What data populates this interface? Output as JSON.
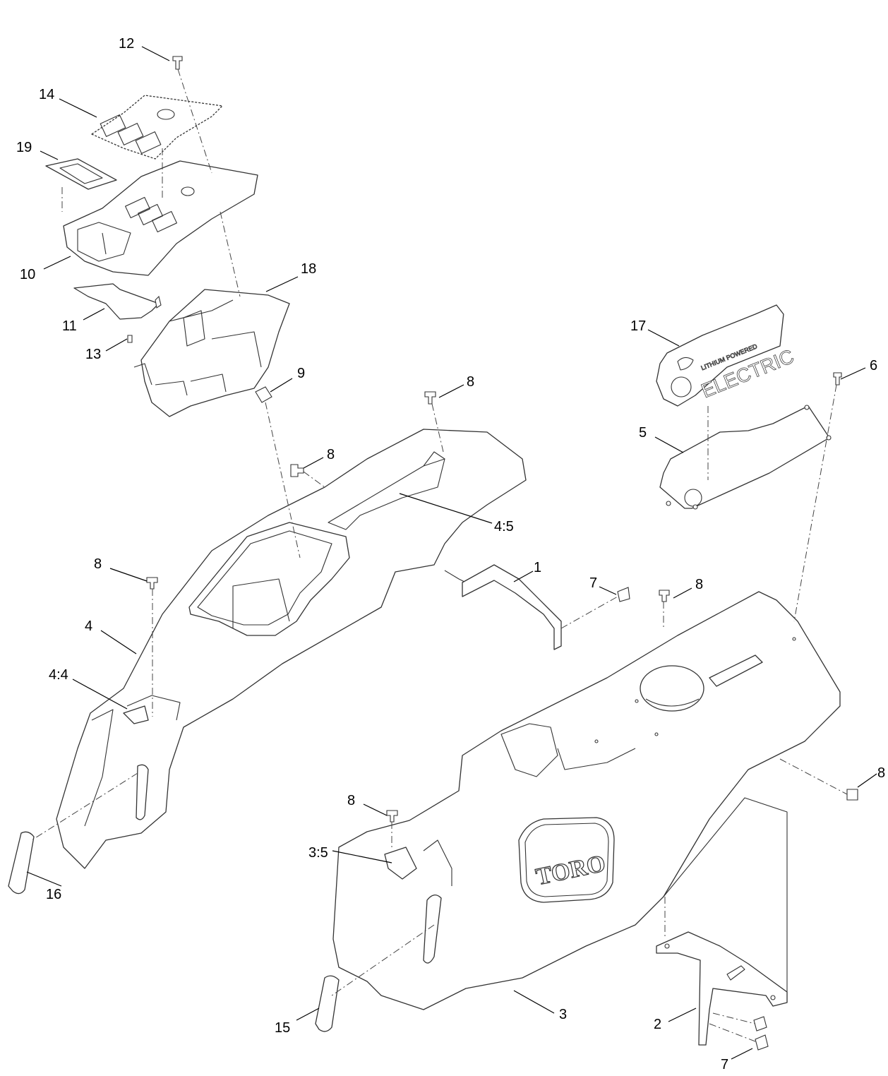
{
  "callouts": [
    {
      "label": "12"
    },
    {
      "label": "14"
    },
    {
      "label": "19"
    },
    {
      "label": "10"
    },
    {
      "label": "11"
    },
    {
      "label": "13"
    },
    {
      "label": "18"
    },
    {
      "label": "9"
    },
    {
      "label": "8"
    },
    {
      "label": "8"
    },
    {
      "label": "4:5"
    },
    {
      "label": "8"
    },
    {
      "label": "4"
    },
    {
      "label": "4:4"
    },
    {
      "label": "1"
    },
    {
      "label": "7"
    },
    {
      "label": "8"
    },
    {
      "label": "17"
    },
    {
      "label": "6"
    },
    {
      "label": "5"
    },
    {
      "label": "8"
    },
    {
      "label": "8"
    },
    {
      "label": "3:5"
    },
    {
      "label": "16"
    },
    {
      "label": "15"
    },
    {
      "label": "3"
    },
    {
      "label": "2"
    },
    {
      "label": "7"
    }
  ],
  "logo": {
    "brand": "TORO"
  },
  "decal": {
    "line1": "LITHIUM POWERED",
    "line2": "ELECTRIC"
  }
}
